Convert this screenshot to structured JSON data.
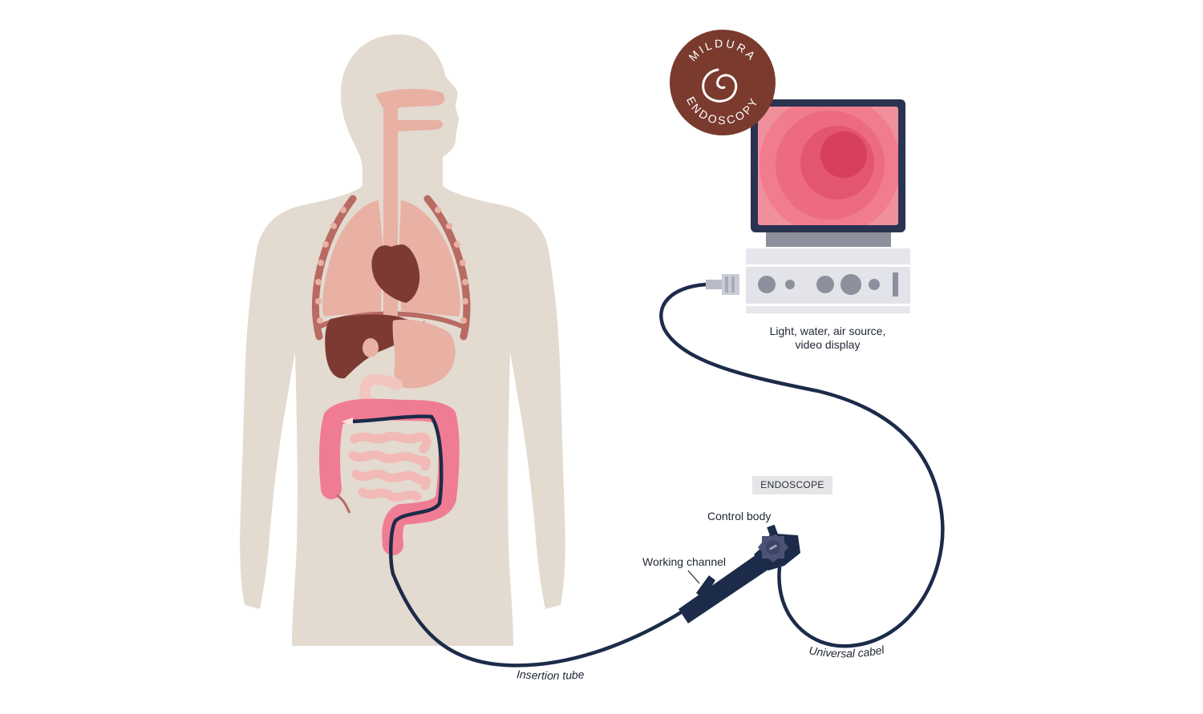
{
  "logo": {
    "text_top": "MILDURA",
    "text_bottom": "ENDOSCOPY",
    "color": "#7a3a2e"
  },
  "labels": {
    "source": [
      "Light, water, air source,",
      "video display"
    ],
    "endoscope_badge": "ENDOSCOPE",
    "control_body": "Control body",
    "working_channel": "Working channel",
    "insertion_tube": "Insertion tube",
    "universal_cable": "Universal cabel"
  },
  "colors": {
    "body": "#e3dad0",
    "organ_light": "#e8b1a4",
    "organ_dark": "#7c3a32",
    "colon": "#f07c93",
    "intestine": "#f2b9b6",
    "cable": "#1d2b4a",
    "screen": "#f1909d",
    "monitor_frame": "#2a3350",
    "device": "#e3e3ea"
  }
}
